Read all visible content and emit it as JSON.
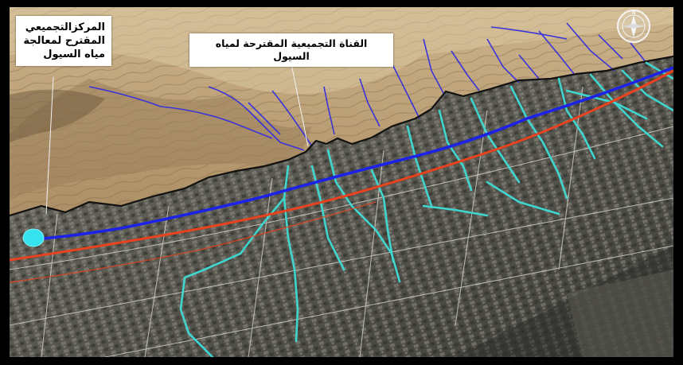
{
  "labels": {
    "treatment_center": [
      "المركزالتجميعي",
      "المقترح لمعالجة",
      "مياه السيول"
    ],
    "collection_channel": "القناة التجميعية المقترحة لمياه السيول"
  },
  "compass": {
    "north_letter": "N"
  },
  "colors": {
    "proposed_channel": "#1c22e6",
    "red_route": "#e8421e",
    "tributaries": "#3fd6cf",
    "mountain_drainage": "#3a34d8",
    "boundary": "#111111",
    "treatment_center": "#35e3f0",
    "mountain": "#b89a70",
    "urban": "#4a4a44"
  },
  "icons": [
    "compass-icon"
  ]
}
